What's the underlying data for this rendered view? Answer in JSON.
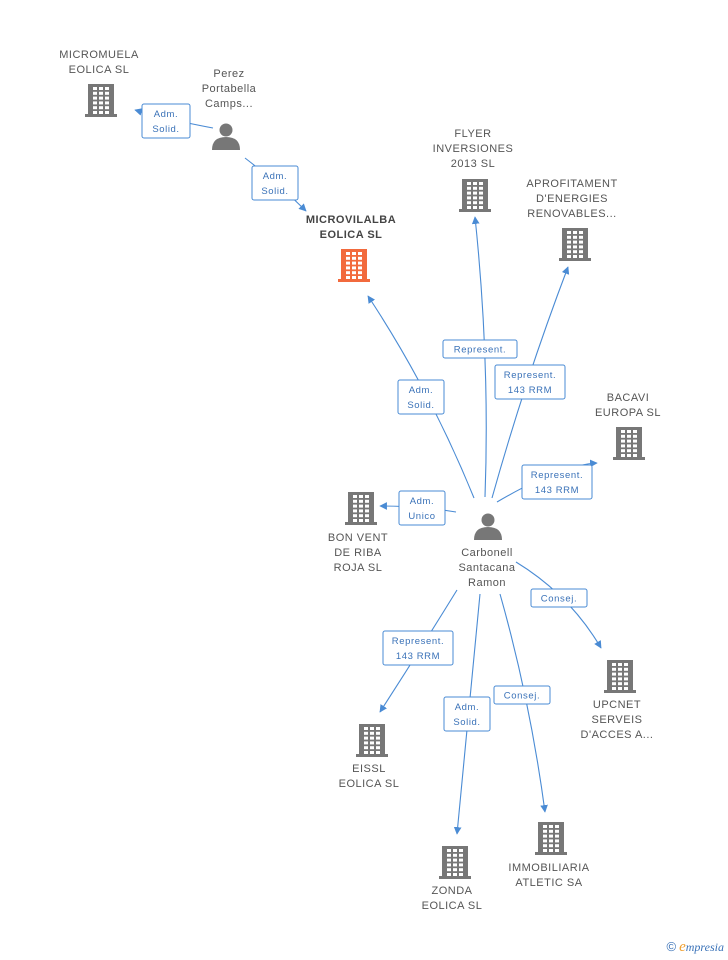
{
  "nodes": [
    {
      "id": "micromuela",
      "type": "company",
      "lines": [
        "MICROMUELA",
        "EOLICA SL"
      ]
    },
    {
      "id": "perez",
      "type": "person",
      "lines": [
        "Perez",
        "Portabella",
        "Camps..."
      ]
    },
    {
      "id": "microvilalba",
      "type": "company-main",
      "lines": [
        "MICROVILALBA",
        "EOLICA SL"
      ]
    },
    {
      "id": "flyer",
      "type": "company",
      "lines": [
        "FLYER",
        "INVERSIONES",
        "2013  SL"
      ]
    },
    {
      "id": "aprofitament",
      "type": "company",
      "lines": [
        "APROFITAMENT",
        "D'ENERGIES",
        "RENOVABLES..."
      ]
    },
    {
      "id": "bacavi",
      "type": "company",
      "lines": [
        "BACAVI",
        "EUROPA SL"
      ]
    },
    {
      "id": "bonvent",
      "type": "company",
      "lines": [
        "BON VENT",
        "DE RIBA",
        "ROJA SL"
      ]
    },
    {
      "id": "carbonell",
      "type": "person",
      "lines": [
        "Carbonell",
        "Santacana",
        "Ramon"
      ]
    },
    {
      "id": "upcnet",
      "type": "company",
      "lines": [
        "UPCNET",
        "SERVEIS",
        "D'ACCES A..."
      ]
    },
    {
      "id": "eissl",
      "type": "company",
      "lines": [
        "EISSL",
        "EOLICA  SL"
      ]
    },
    {
      "id": "zonda",
      "type": "company",
      "lines": [
        "ZONDA",
        "EOLICA SL"
      ]
    },
    {
      "id": "immobiliaria",
      "type": "company",
      "lines": [
        "IMMOBILIARIA",
        "ATLETIC SA"
      ]
    }
  ],
  "edges": [
    {
      "from": "perez",
      "to": "micromuela",
      "label": [
        "Adm.",
        "Solid."
      ]
    },
    {
      "from": "perez",
      "to": "microvilalba",
      "label": [
        "Adm.",
        "Solid."
      ]
    },
    {
      "from": "carbonell",
      "to": "microvilalba",
      "label": [
        "Adm.",
        "Solid."
      ]
    },
    {
      "from": "carbonell",
      "to": "flyer",
      "label": [
        "Represent."
      ]
    },
    {
      "from": "carbonell",
      "to": "aprofitament",
      "label": [
        "Represent.",
        "143 RRM"
      ]
    },
    {
      "from": "carbonell",
      "to": "bacavi",
      "label": [
        "Represent.",
        "143 RRM"
      ]
    },
    {
      "from": "carbonell",
      "to": "bonvent",
      "label": [
        "Adm.",
        "Unico"
      ]
    },
    {
      "from": "carbonell",
      "to": "upcnet",
      "label": [
        "Consej."
      ]
    },
    {
      "from": "carbonell",
      "to": "eissl",
      "label": [
        "Represent.",
        "143 RRM"
      ]
    },
    {
      "from": "carbonell",
      "to": "zonda",
      "label": [
        "Adm.",
        "Solid."
      ]
    },
    {
      "from": "carbonell",
      "to": "immobiliaria",
      "label": [
        "Consej."
      ]
    }
  ],
  "colors": {
    "edge": "#4a8bd4",
    "company": "#777777",
    "main_company": "#f26a3d",
    "person": "#777777",
    "brand_e": "#f0a030",
    "brand_text": "#3a72b8"
  },
  "footer": {
    "copyright": "©",
    "brand_initial": "e",
    "brand_rest": "mpresia"
  }
}
